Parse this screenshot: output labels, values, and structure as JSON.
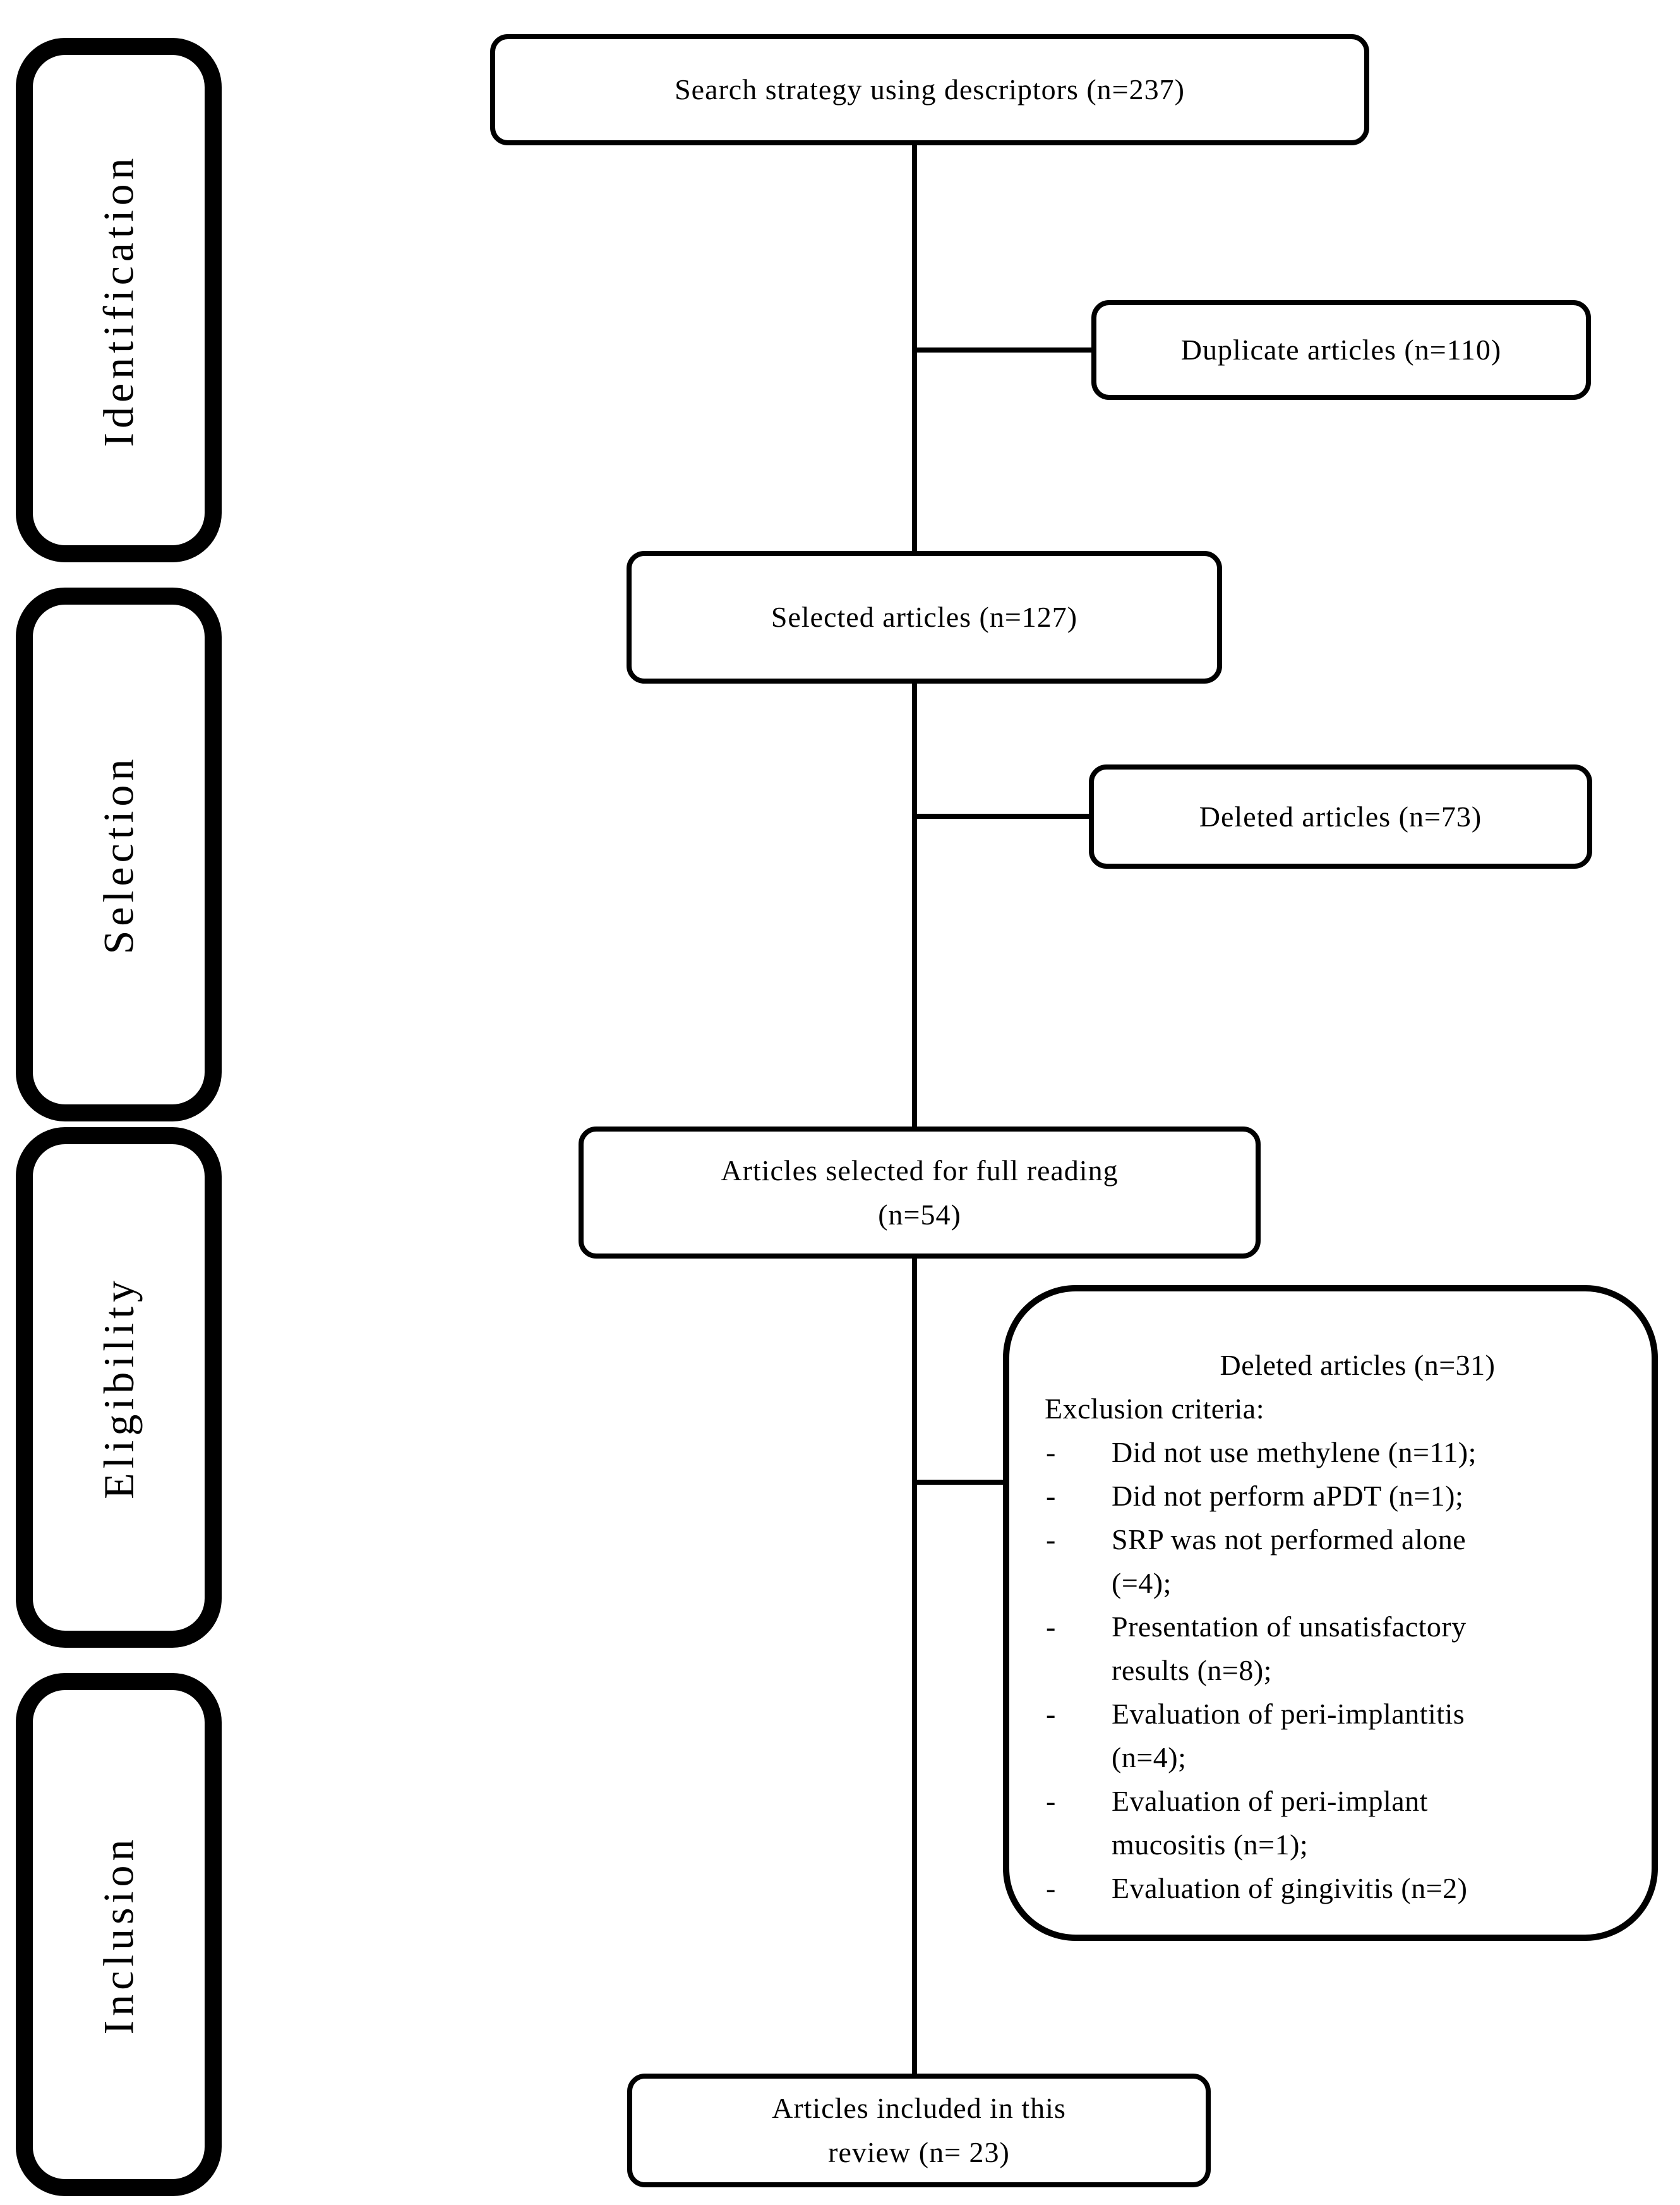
{
  "diagram": {
    "stages": [
      {
        "label": "Identification"
      },
      {
        "label": "Selection"
      },
      {
        "label": "Eligibility"
      },
      {
        "label": "Inclusion"
      }
    ],
    "boxes": {
      "search": {
        "text": "Search strategy using descriptors (n=237)"
      },
      "duplicate": {
        "text": "Duplicate articles (n=110)"
      },
      "selected": {
        "text": "Selected articles (n=127)"
      },
      "deleted": {
        "text": "Deleted articles (n=73)"
      },
      "full_reading": {
        "lines": [
          "Articles selected for full reading",
          "(n=54)"
        ]
      },
      "exclusion": {
        "title": "Deleted articles (n=31)",
        "subtitle": "Exclusion criteria:",
        "bullet": "-",
        "items": [
          {
            "lines": [
              "Did not use methylene (n=11);"
            ]
          },
          {
            "lines": [
              "Did not perform aPDT (n=1);"
            ]
          },
          {
            "lines": [
              "SRP was not performed alone",
              "(=4);"
            ]
          },
          {
            "lines": [
              "Presentation of unsatisfactory",
              "results (n=8);"
            ]
          },
          {
            "lines": [
              "Evaluation of peri-implantitis",
              "(n=4);"
            ]
          },
          {
            "lines": [
              "Evaluation of peri-implant",
              "mucositis (n=1);"
            ]
          },
          {
            "lines": [
              "Evaluation of gingivitis (n=2)"
            ]
          }
        ]
      },
      "included": {
        "lines": [
          "Articles included in this",
          "review (n= 23)"
        ]
      }
    }
  }
}
